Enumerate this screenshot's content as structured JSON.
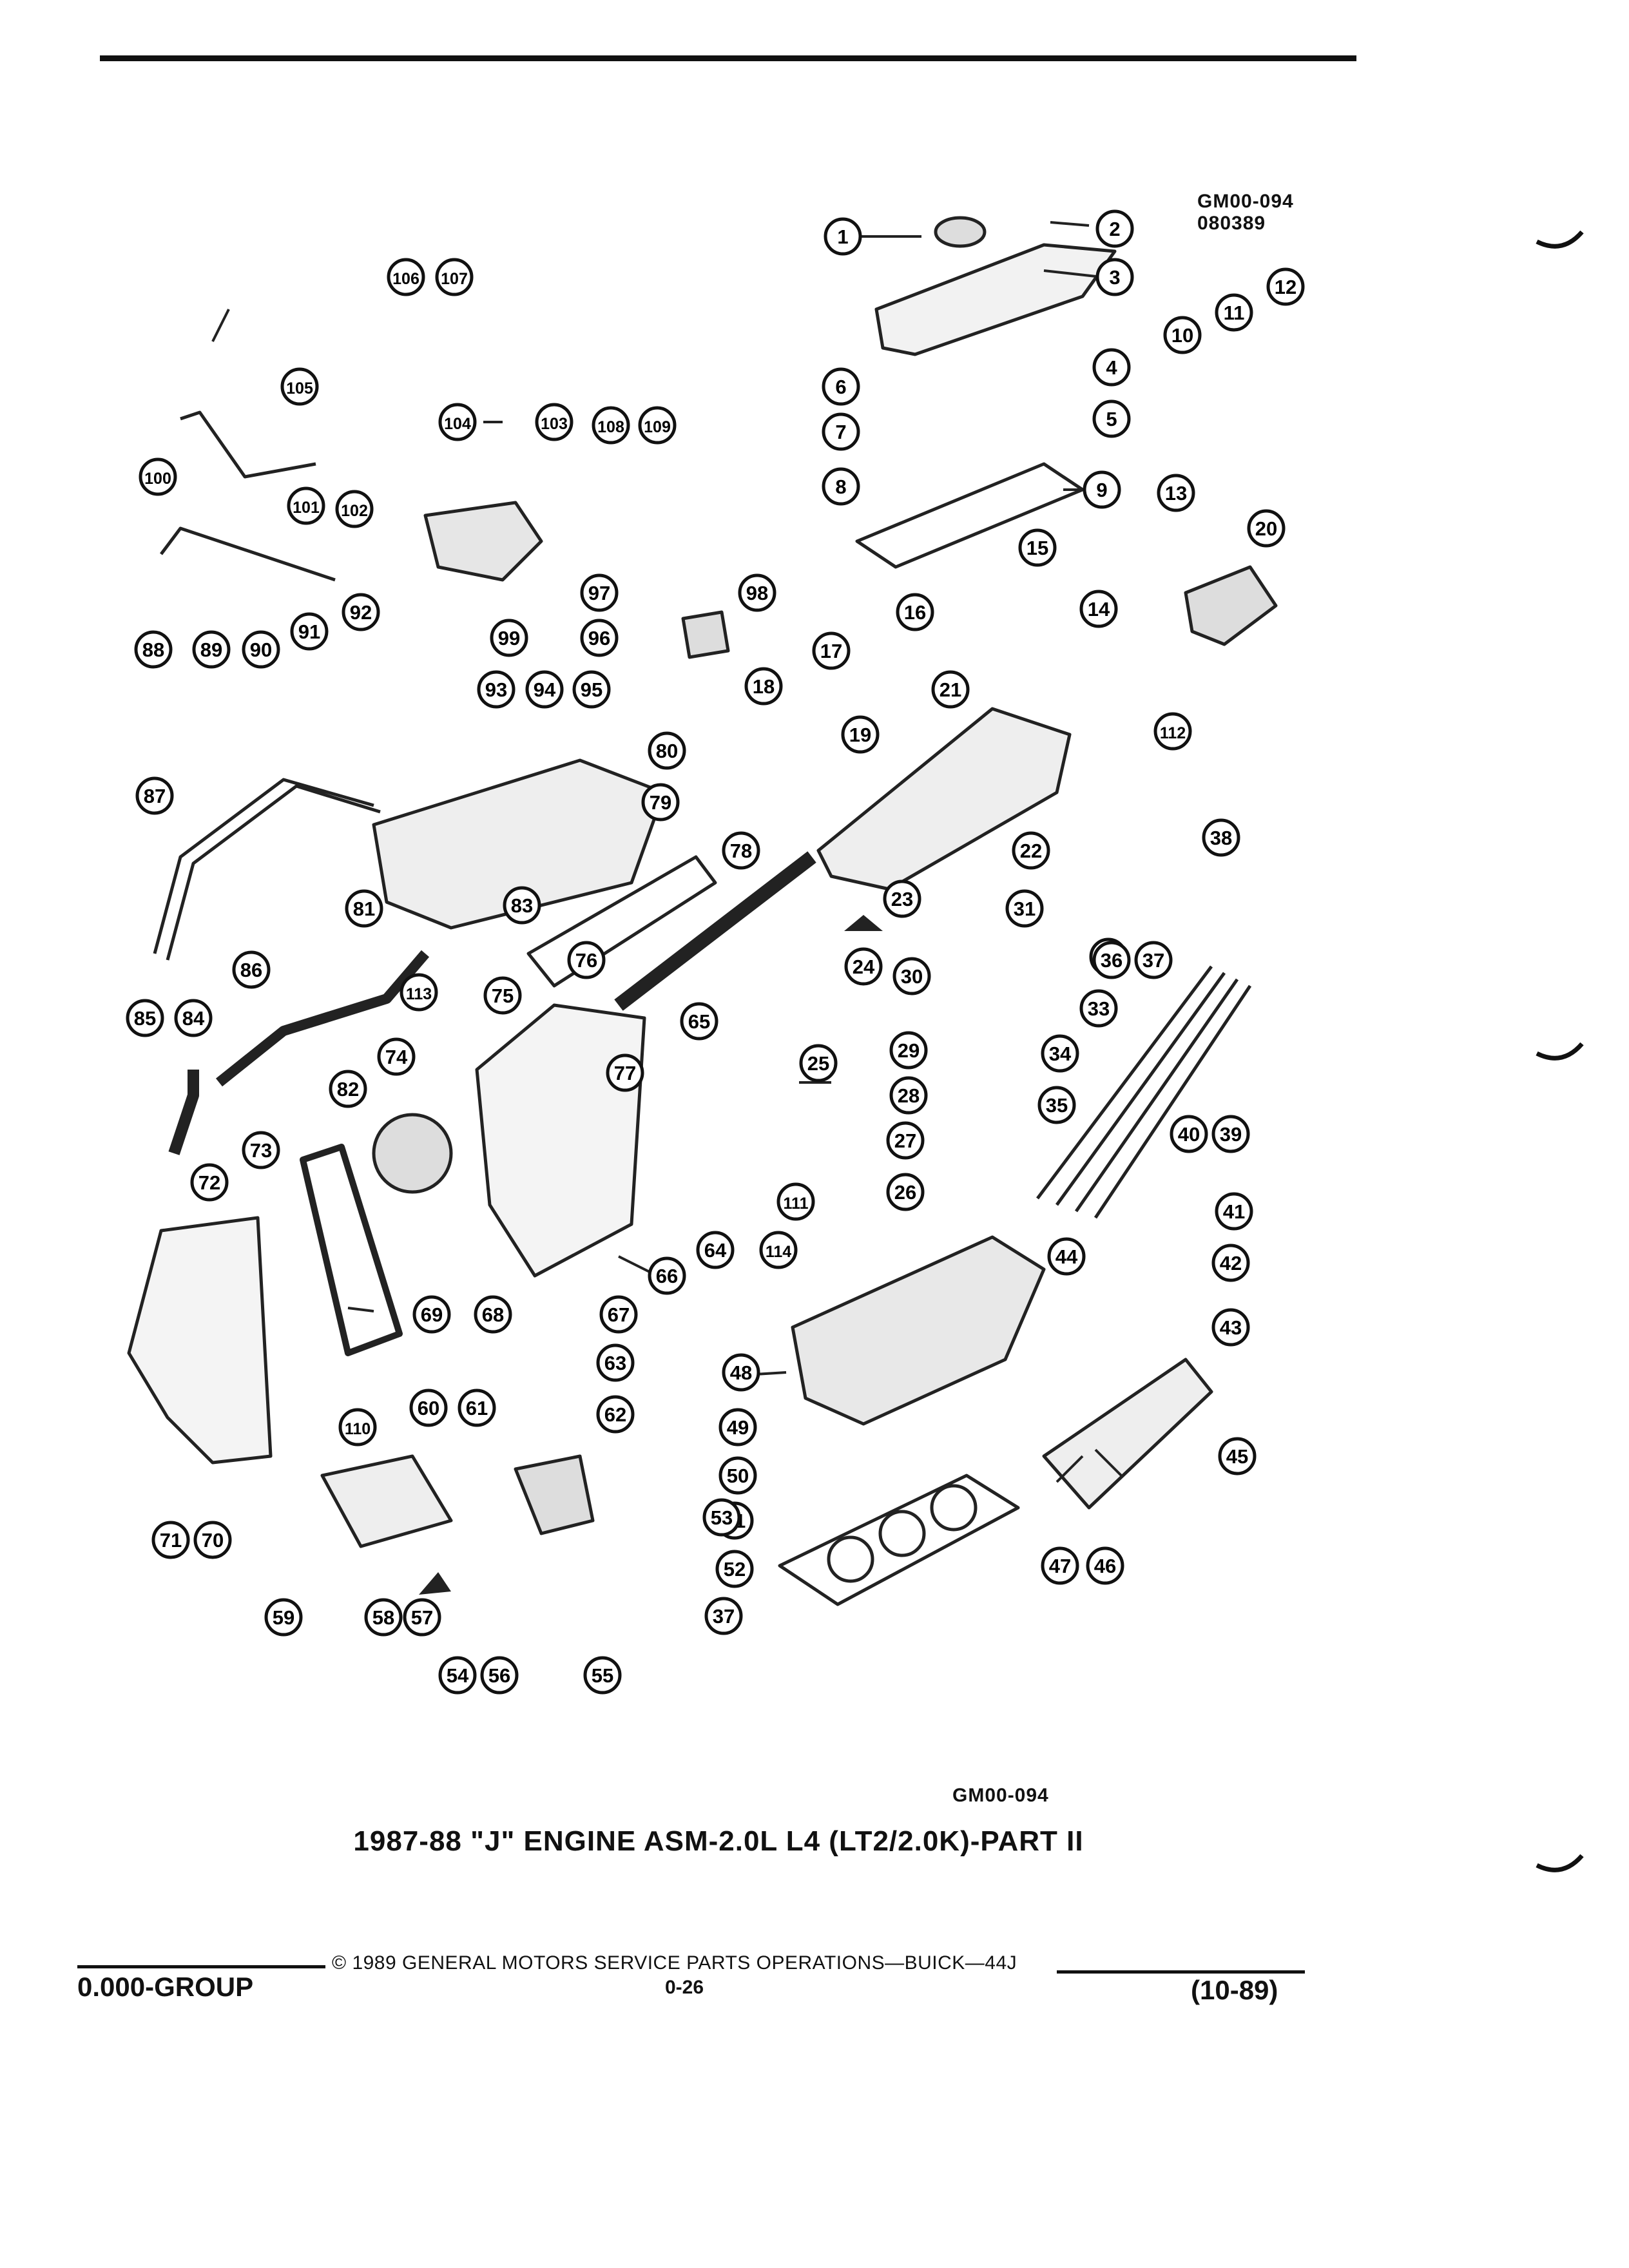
{
  "header": {
    "ref_code_top": "GM00-094",
    "ref_date_top": "080389"
  },
  "diagram": {
    "callouts": [
      "1",
      "2",
      "3",
      "4",
      "5",
      "6",
      "7",
      "8",
      "9",
      "10",
      "11",
      "12",
      "13",
      "14",
      "15",
      "16",
      "17",
      "18",
      "19",
      "20",
      "21",
      "22",
      "23",
      "24",
      "25",
      "26",
      "27",
      "28",
      "29",
      "30",
      "31",
      "32",
      "33",
      "34",
      "35",
      "36",
      "37",
      "38",
      "39",
      "40",
      "41",
      "42",
      "43",
      "44",
      "45",
      "46",
      "47",
      "48",
      "49",
      "50",
      "51",
      "52",
      "53",
      "54",
      "55",
      "56",
      "57",
      "58",
      "59",
      "60",
      "61",
      "62",
      "63",
      "64",
      "65",
      "66",
      "67",
      "68",
      "69",
      "70",
      "71",
      "72",
      "73",
      "74",
      "75",
      "76",
      "77",
      "78",
      "79",
      "80",
      "81",
      "82",
      "83",
      "84",
      "85",
      "86",
      "87",
      "88",
      "89",
      "90",
      "91",
      "92",
      "93",
      "94",
      "95",
      "96",
      "97",
      "98",
      "99",
      "100",
      "101",
      "102",
      "103",
      "104",
      "105",
      "106",
      "107",
      "108",
      "109",
      "110",
      "111",
      "112",
      "113",
      "114",
      "37"
    ]
  },
  "ref_code_bottom": "GM00-094",
  "caption": "1987-88 \"J\" ENGINE ASM-2.0L L4 (LT2/2.0K)-PART II",
  "footer": {
    "group": "0.000-GROUP",
    "copyright": "© 1989 GENERAL MOTORS SERVICE PARTS OPERATIONS—BUICK—44J",
    "page_number": "0-26",
    "date": "(10-89)"
  }
}
